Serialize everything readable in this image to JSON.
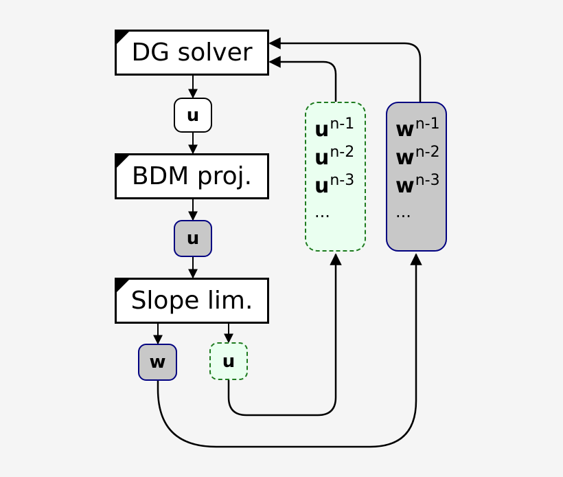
{
  "steps": {
    "dg_solver": "DG solver",
    "bdm_proj": "BDM proj.",
    "slope_lim": "Slope lim."
  },
  "vars": {
    "u_after_solver": "u",
    "u_after_proj": "u",
    "w_after_lim": "w",
    "u_after_lim": "u"
  },
  "history_u": {
    "rows": [
      {
        "base": "u",
        "sup": "n-1"
      },
      {
        "base": "u",
        "sup": "n-2"
      },
      {
        "base": "u",
        "sup": "n-3"
      }
    ],
    "more": "..."
  },
  "history_w": {
    "rows": [
      {
        "base": "w",
        "sup": "n-1"
      },
      {
        "base": "w",
        "sup": "n-2"
      },
      {
        "base": "w",
        "sup": "n-3"
      }
    ],
    "more": "..."
  },
  "colors": {
    "plain_fill": "#ffffff",
    "grey_fill": "#c8c8c8",
    "green_fill": "#eafff0",
    "navy_border": "#000080",
    "green_border": "#1e7a1e"
  }
}
